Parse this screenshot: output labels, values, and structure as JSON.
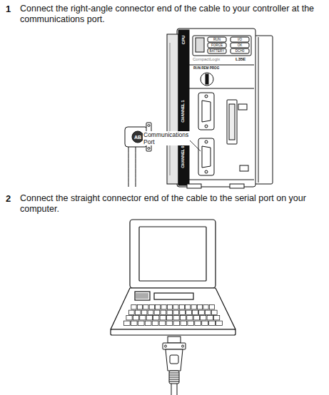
{
  "diagram": {
    "labels": [
      "1",
      "Connect the right-angle connector end of the cable to your controller at the communications port.",
      "Communications Port",
      "AB",
      "CPU",
      "RUN",
      "FORCE",
      "BATTERY",
      "I/O",
      "OK",
      "DCH0",
      "CompactLogix",
      "L35E",
      "RUN REM PROG",
      "CHANNEL 1",
      "CHANNEL 0",
      "2",
      "Connect the straight connector end of the cable to the serial port on your computer."
    ]
  }
}
